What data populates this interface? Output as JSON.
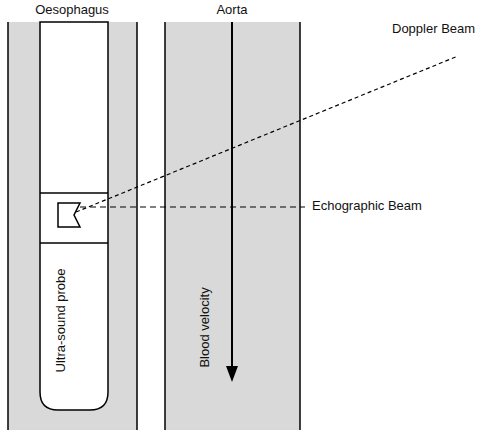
{
  "diagram": {
    "nodes": [
      {
        "text": [
          "Oesophagus"
        ]
      },
      {
        "text": [
          "Ultra-sound probe"
        ],
        "in": 0
      },
      {
        "text": [
          "Aorta",
          "Blood velocity"
        ]
      }
    ],
    "labels": [
      "Doppler Beam",
      "Echographic Beam"
    ]
  }
}
